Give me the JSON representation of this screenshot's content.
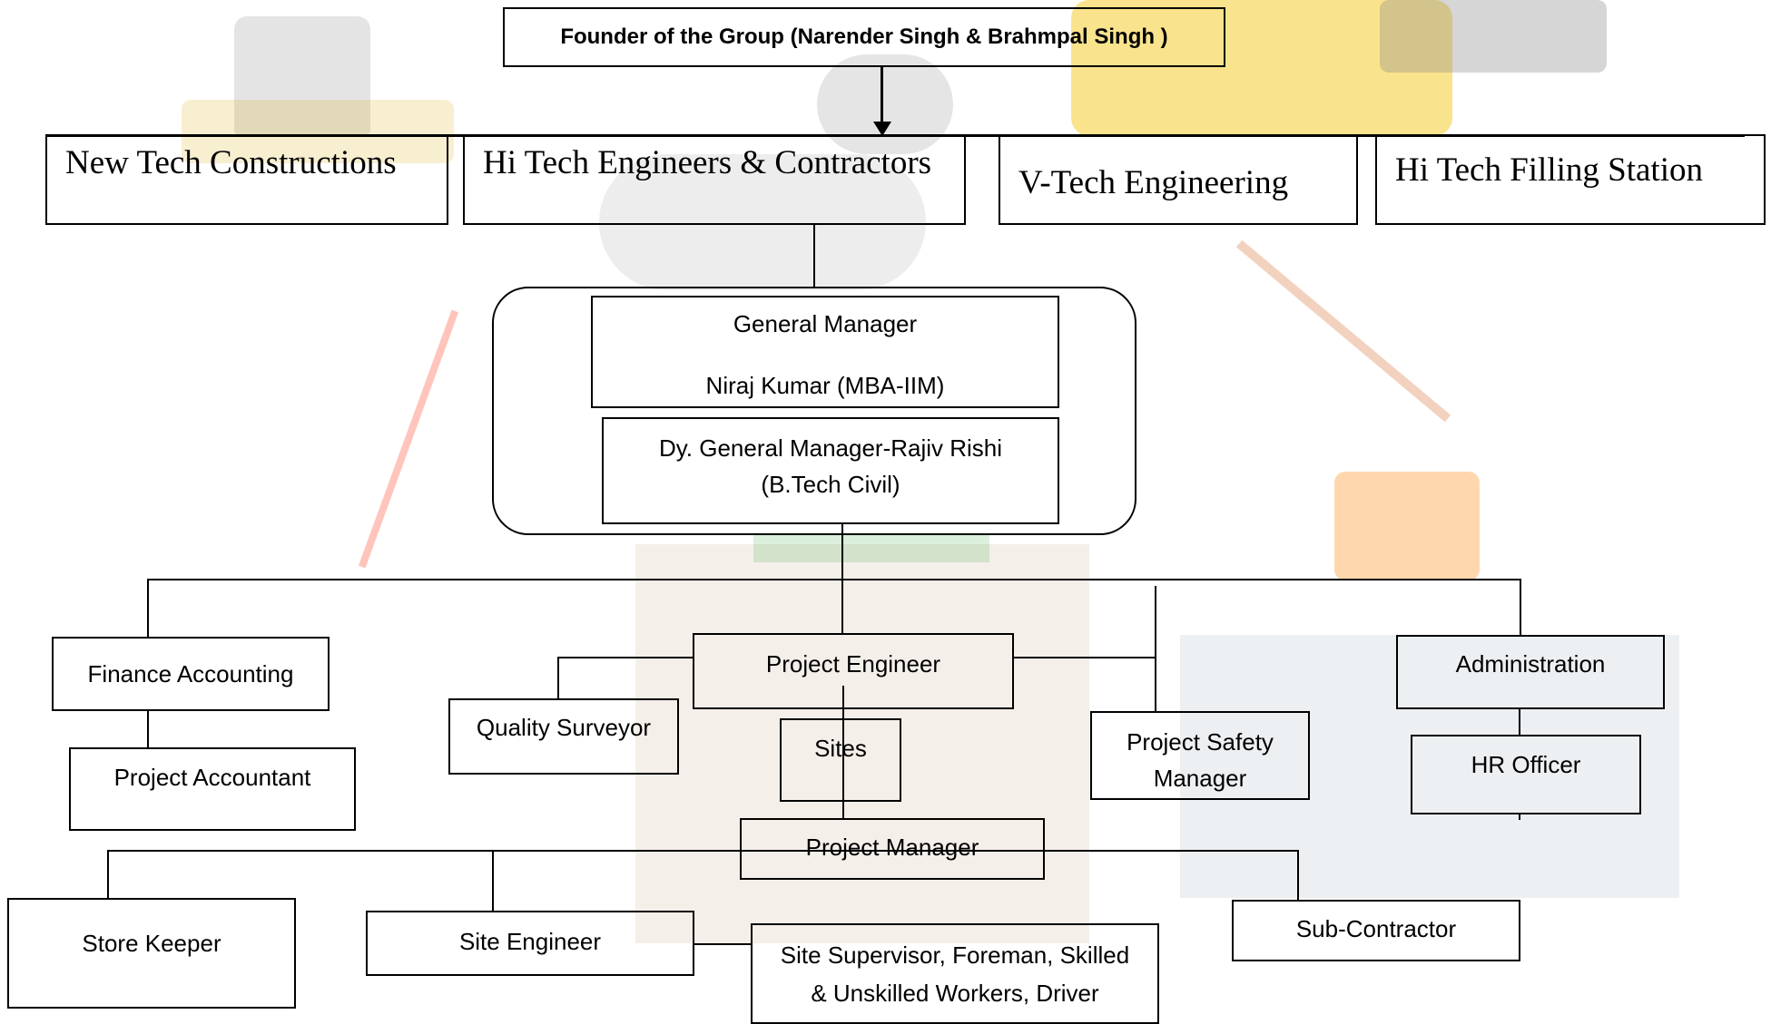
{
  "founder": "Founder of the Group (Narender Singh & Brahmpal Singh )",
  "companies": [
    "New Tech Constructions",
    "Hi Tech Engineers & Contractors",
    "V-Tech Engineering",
    "Hi Tech Filling Station"
  ],
  "general_manager": {
    "title": "General Manager",
    "name": "Niraj Kumar (MBA-IIM)"
  },
  "deputy_gm": {
    "line1": "Dy. General Manager-Rajiv Rishi",
    "line2": "(B.Tech Civil)"
  },
  "departments": {
    "finance": "Finance Accounting",
    "project_accountant": "Project Accountant",
    "project_engineer": "Project Engineer",
    "quality_surveyor": "Quality Surveyor",
    "sites": "Sites",
    "safety_line1": "Project Safety",
    "safety_line2": "Manager",
    "administration": "Administration",
    "hr_officer": "HR Officer",
    "project_manager": "Project Manager",
    "store_keeper": "Store Keeper",
    "site_engineer": "Site Engineer",
    "site_supervisor_line1": "Site Supervisor, Foreman, Skilled",
    "site_supervisor_line2": "& Unskilled Workers, Driver",
    "sub_contractor": "Sub-Contractor"
  }
}
